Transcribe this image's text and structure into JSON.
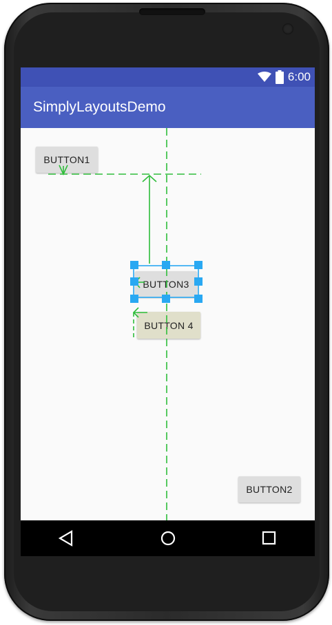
{
  "status_bar": {
    "time": "6:00",
    "icons": [
      "wifi-icon",
      "battery-icon"
    ]
  },
  "app_bar": {
    "title": "SimplyLayoutsDemo"
  },
  "buttons": {
    "button1": "BUTTON1",
    "button2": "BUTTON2",
    "button3": "BUTTON3",
    "button4": "BUTTON 4"
  },
  "nav_bar": {
    "icons": [
      "back-icon",
      "home-icon",
      "recents-icon"
    ]
  },
  "colors": {
    "primary": "#3f51b5",
    "appbar": "#4a5fc1",
    "guideline": "#2ebd3a",
    "selection": "#29a8f2",
    "button4_bg": "#e0dfca"
  }
}
